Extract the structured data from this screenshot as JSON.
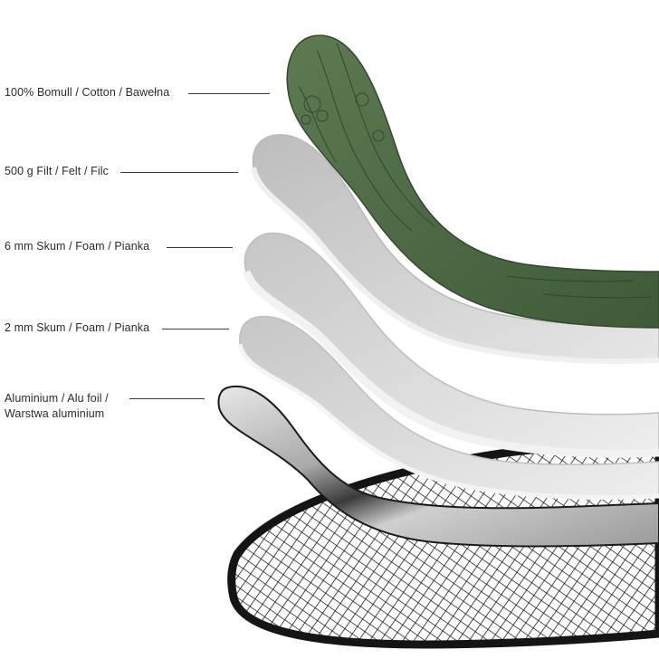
{
  "layers": [
    {
      "id": "cotton",
      "label_lines": [
        "100% Bomull / Cotton / Bawełna"
      ]
    },
    {
      "id": "felt",
      "label_lines": [
        "500 g Filt / Felt / Filc"
      ]
    },
    {
      "id": "foam6",
      "label_lines": [
        "6 mm Skum / Foam / Pianka"
      ]
    },
    {
      "id": "foam2",
      "label_lines": [
        "2 mm Skum / Foam / Pianka"
      ]
    },
    {
      "id": "aluminium",
      "label_lines": [
        "Aluminium / Alu foil /",
        "Warstwa aluminium"
      ]
    }
  ],
  "colors": {
    "cotton_green": "#4f6a45",
    "felt_grey": "#c9c9c9",
    "foam_grey": "#d6d6d6",
    "alu_silver": "#b9b9b9",
    "mesh_black": "#1c1c1c"
  }
}
